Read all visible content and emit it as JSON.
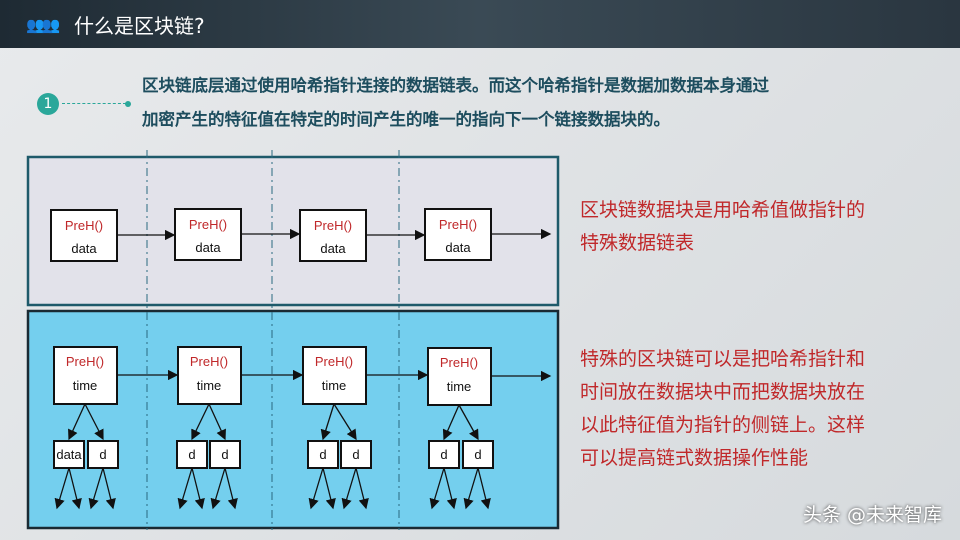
{
  "header": {
    "title": "什么是区块链?",
    "icon": "people-icon"
  },
  "intro": {
    "badge": "1",
    "line1": "区块链底层通过使用哈希指针连接的数据链表。而这个哈希指针是数据加数据本身通过",
    "line2": "加密产生的特征值在特定的时间产生的唯一的指向下一个链接数据块的。"
  },
  "top_chain": {
    "nodes": [
      {
        "hash": "PreH()",
        "body": "data"
      },
      {
        "hash": "PreH()",
        "body": "data"
      },
      {
        "hash": "PreH()",
        "body": "data"
      },
      {
        "hash": "PreH()",
        "body": "data"
      }
    ]
  },
  "bottom_chain": {
    "nodes": [
      {
        "hash": "PreH()",
        "body": "time",
        "children": [
          "data",
          "d"
        ]
      },
      {
        "hash": "PreH()",
        "body": "time",
        "children": [
          "d",
          "d"
        ]
      },
      {
        "hash": "PreH()",
        "body": "time",
        "children": [
          "d",
          "d"
        ]
      },
      {
        "hash": "PreH()",
        "body": "time",
        "children": [
          "d",
          "d"
        ]
      }
    ]
  },
  "notes": {
    "top": [
      "区块链数据块是用哈希值做指针的",
      "特殊数据链表"
    ],
    "bottom": [
      "特殊的区块链可以是把哈希指针和",
      "时间放在数据块中而把数据块放在",
      "以此特征值为指针的侧链上。这样",
      "可以提高链式数据操作性能"
    ]
  },
  "watermark": "头条 @未来智库",
  "colors": {
    "red": "#c0282a",
    "teal": "#2aa79a",
    "blue_box": "#74cfee"
  }
}
